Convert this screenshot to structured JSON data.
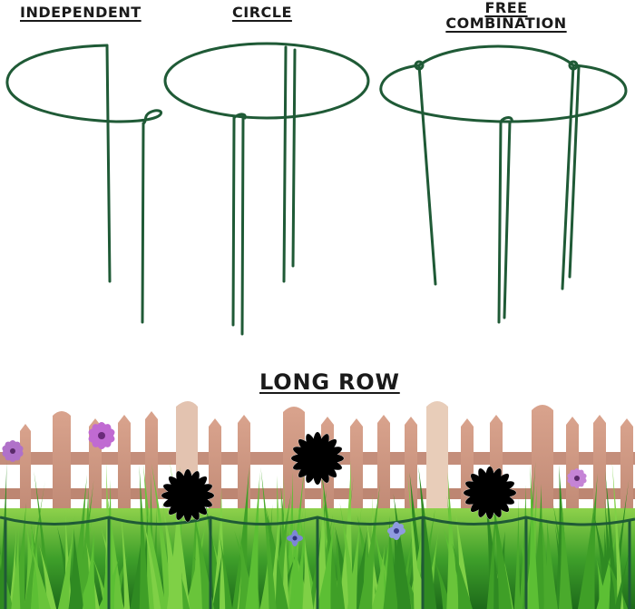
{
  "labels": {
    "independent": "INDEPENDENT",
    "circle": "CIRCLE",
    "free_line1": "FREE",
    "free_line2": "COMBINATION",
    "long_row": "LONG ROW"
  },
  "colors": {
    "wire": "#1f5a36",
    "wire_highlight": "#4e8f62",
    "fence": "#c98f7a",
    "grass": "#3fa52b",
    "daisy_petal": "#ffffff",
    "daisy_center": "#f2b21c",
    "purple_flower": "#c06ad2"
  }
}
